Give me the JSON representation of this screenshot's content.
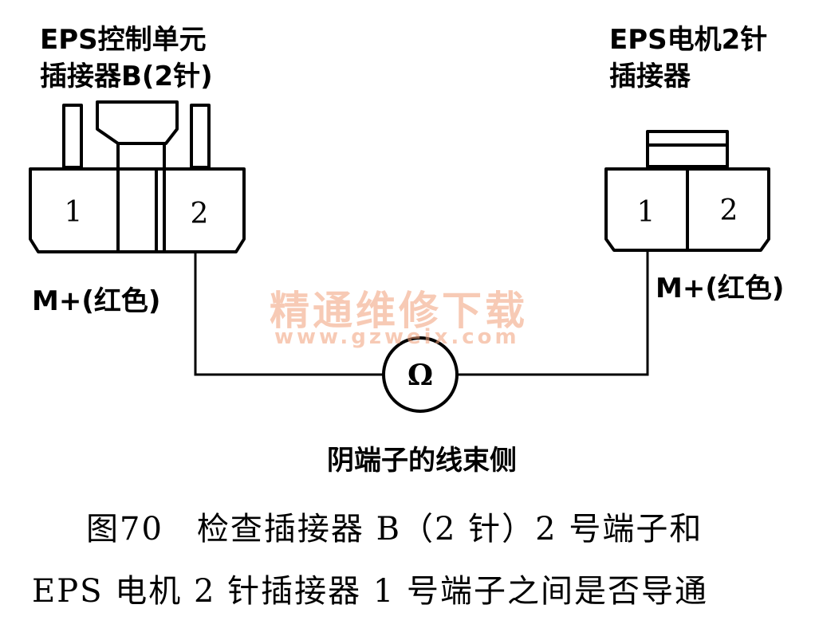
{
  "left_connector": {
    "title_line1": "EPS控制单元",
    "title_line2": "插接器B(2针)",
    "pin1": "1",
    "pin2": "2",
    "wire_label": "M+(红色)"
  },
  "right_connector": {
    "title_line1": "EPS电机2针",
    "title_line2": "插接器",
    "pin1": "1",
    "pin2": "2",
    "wire_label": "M+(红色)"
  },
  "meter": {
    "symbol": "Ω"
  },
  "side_note": "阴端子的线束侧",
  "watermark": {
    "name": "精通维修下载",
    "url": "www.gzweix.com",
    "color": "#f2a07a"
  },
  "caption": {
    "line1": "图70　检查插接器 B（2 针）2 号端子和",
    "line2": "EPS 电机 2 针插接器 1 号端子之间是否导通"
  }
}
